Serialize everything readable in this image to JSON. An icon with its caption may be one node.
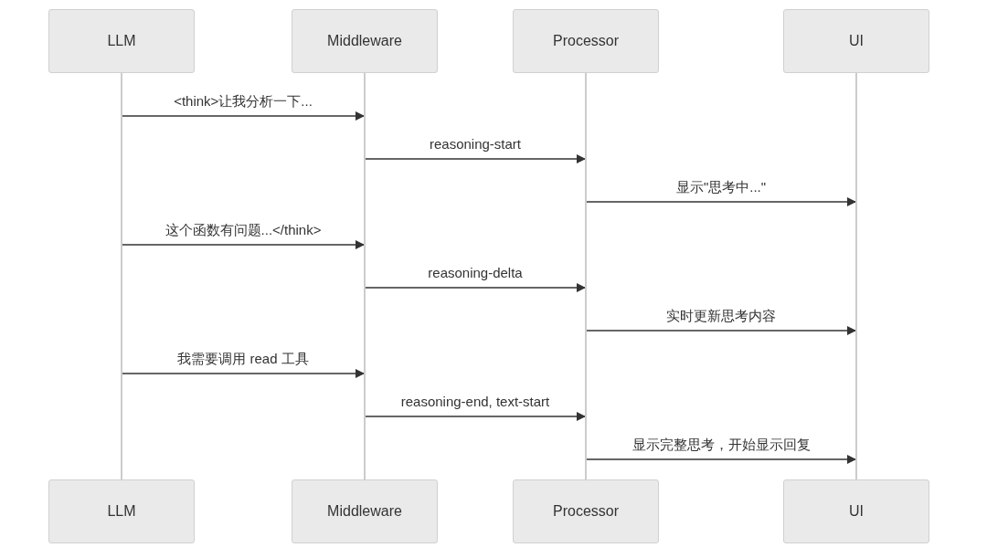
{
  "diagram": {
    "nodes": [
      {
        "text": [
          "LLM"
        ]
      },
      {
        "text": [
          "Middleware"
        ]
      },
      {
        "text": [
          "Processor"
        ]
      },
      {
        "text": [
          "UI"
        ]
      },
      {
        "text": [
          "LLM"
        ]
      },
      {
        "text": [
          "Middleware"
        ]
      },
      {
        "text": [
          "Processor"
        ]
      },
      {
        "text": [
          "UI"
        ]
      },
      {
        "text": [],
        "shape": "bar"
      },
      {
        "text": [],
        "shape": "bar"
      },
      {
        "text": [],
        "shape": "bar"
      },
      {
        "text": [],
        "shape": "bar"
      }
    ],
    "edges": [
      {
        "from": 8,
        "to": 9,
        "arrow": "to",
        "label": "<think>让我分析一下..."
      },
      {
        "from": 9,
        "to": 10,
        "arrow": "to",
        "label": "reasoning-start"
      },
      {
        "from": 10,
        "to": 11,
        "arrow": "to",
        "label": "显示\"思考中...\""
      },
      {
        "from": 8,
        "to": 9,
        "arrow": "to",
        "label": "这个函数有问题...</think>"
      },
      {
        "from": 9,
        "to": 10,
        "arrow": "to",
        "label": "reasoning-delta"
      },
      {
        "from": 10,
        "to": 11,
        "arrow": "to",
        "label": "实时更新思考内容"
      },
      {
        "from": 8,
        "to": 9,
        "arrow": "to",
        "label": "我需要调用 read 工具"
      },
      {
        "from": 9,
        "to": 10,
        "arrow": "to",
        "label": "reasoning-end, text-start"
      },
      {
        "from": 10,
        "to": 11,
        "arrow": "to",
        "label": "显示完整思考，开始显示回复"
      }
    ]
  }
}
